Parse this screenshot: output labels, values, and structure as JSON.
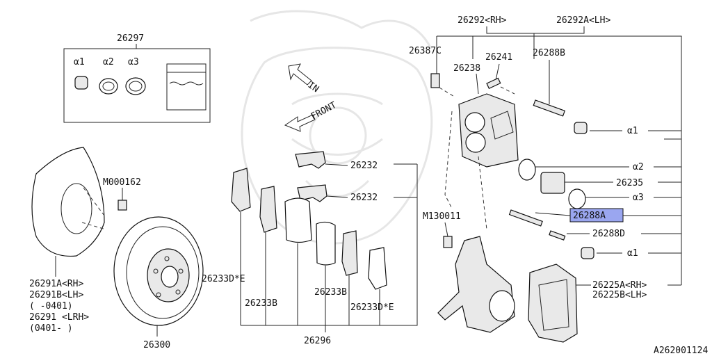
{
  "colors": {
    "ink": "#111111",
    "highlight": "#9aa6f0",
    "watermark": "#e6e6e6"
  },
  "labels": {
    "kit": "26297",
    "kit_a1": "α1",
    "kit_a2": "α2",
    "kit_a3": "α3",
    "caliper_rh": "26292<RH>",
    "caliper_lh": "26292A<LH>",
    "bolt_26387c": "26387C",
    "bleeder_26241": "26241",
    "cap_26238": "26238",
    "pin_26288b": "26288B",
    "boot_a1_top": "α1",
    "seal_a2": "α2",
    "piston_26235": "26235",
    "boot_a3": "α3",
    "pin_26288a": "26288A",
    "pin_26288d": "26288D",
    "boot_a1_bottom": "α1",
    "bracket_rh": "26225A<RH>",
    "bracket_lh": "26225B<LH>",
    "bolt_m130011": "M130011",
    "bolt_m000162": "M000162",
    "spring_upper": "26232",
    "spring_lower": "26232",
    "shim_left": "26233D*E",
    "shim_mid_left": "26233B",
    "shim_mid_right": "26233B",
    "shim_right": "26233D*E",
    "pad_set": "26296",
    "cover_rh": "26291A<RH>",
    "cover_lh": "26291B<LH>",
    "cover_date1": "(    -0401)",
    "cover_lrh": "26291 <LRH>",
    "cover_date2": "(0401-    )",
    "rotor": "26300",
    "arrow_in": "IN",
    "arrow_front": "FRONT",
    "figure_code": "A262001124"
  }
}
